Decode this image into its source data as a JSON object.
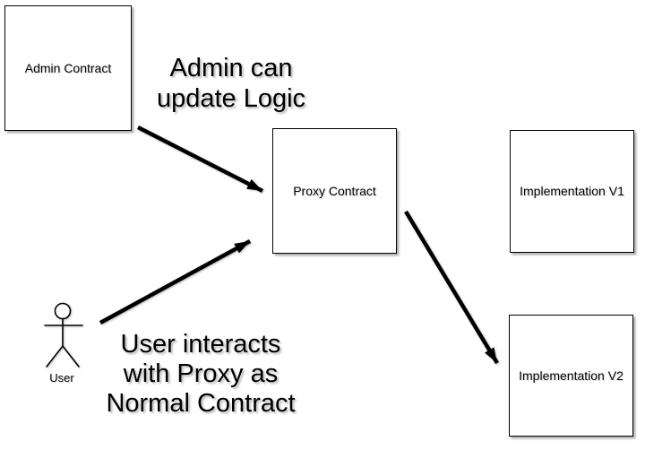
{
  "canvas": {
    "background": "#ffffff",
    "ink": "#000000",
    "shadow_color": "rgba(0,0,0,0.3)"
  },
  "nodes": [
    {
      "id": "admin-contract",
      "label": "Admin Contract"
    },
    {
      "id": "proxy-contract",
      "label": "Proxy Contract"
    },
    {
      "id": "implementation-v1",
      "label": "Implementation V1"
    },
    {
      "id": "implementation-v2",
      "label": "Implementation V2"
    }
  ],
  "actor": {
    "label": "User"
  },
  "annotations": {
    "admin": {
      "line1": "Admin can",
      "line2": "update Logic"
    },
    "user": {
      "line1": "User interacts",
      "line2": "with Proxy as",
      "line3": "Normal Contract"
    }
  },
  "edges": [
    {
      "name": "admin-to-proxy",
      "from": "Admin Contract",
      "to": "Proxy Contract"
    },
    {
      "name": "user-to-proxy",
      "from": "User",
      "to": "Proxy Contract"
    },
    {
      "name": "proxy-to-implementation-v2",
      "from": "Proxy Contract",
      "to": "Implementation V2"
    }
  ]
}
